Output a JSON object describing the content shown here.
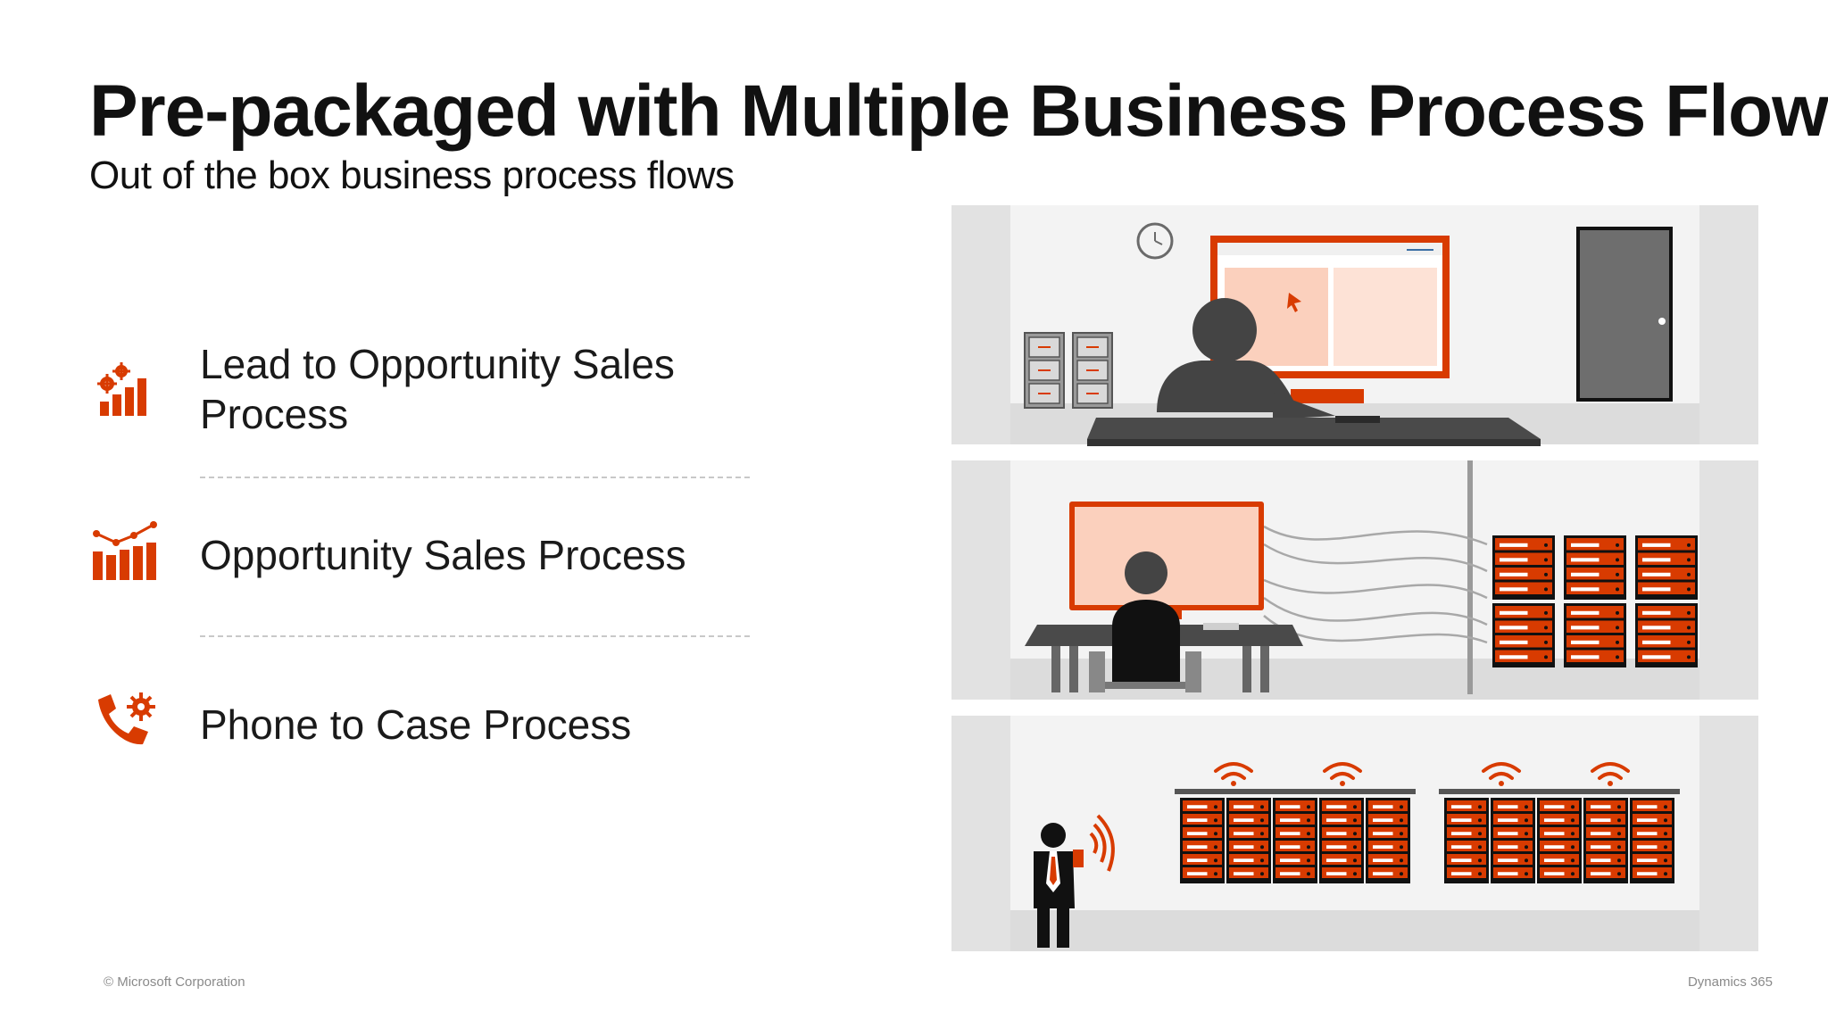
{
  "slide": {
    "title": "Pre-packaged with Multiple Business Process Flows",
    "subtitle": "Out of the box business process flows"
  },
  "flows": [
    {
      "label_line1": "Lead to Opportunity Sales",
      "label_line2": "Process",
      "icon": "gears-bar-chart-icon"
    },
    {
      "label": "Opportunity Sales Process",
      "icon": "trending-bar-chart-icon"
    },
    {
      "label": "Phone to Case Process",
      "icon": "phone-gear-icon"
    }
  ],
  "footer": {
    "copyright": "© Microsoft Corporation",
    "product": "Dynamics 365"
  },
  "colors": {
    "accent": "#d83b01",
    "light_accent": "#fbd0bd",
    "dark_gray": "#444444",
    "wall_gray": "#e6e6e6"
  }
}
